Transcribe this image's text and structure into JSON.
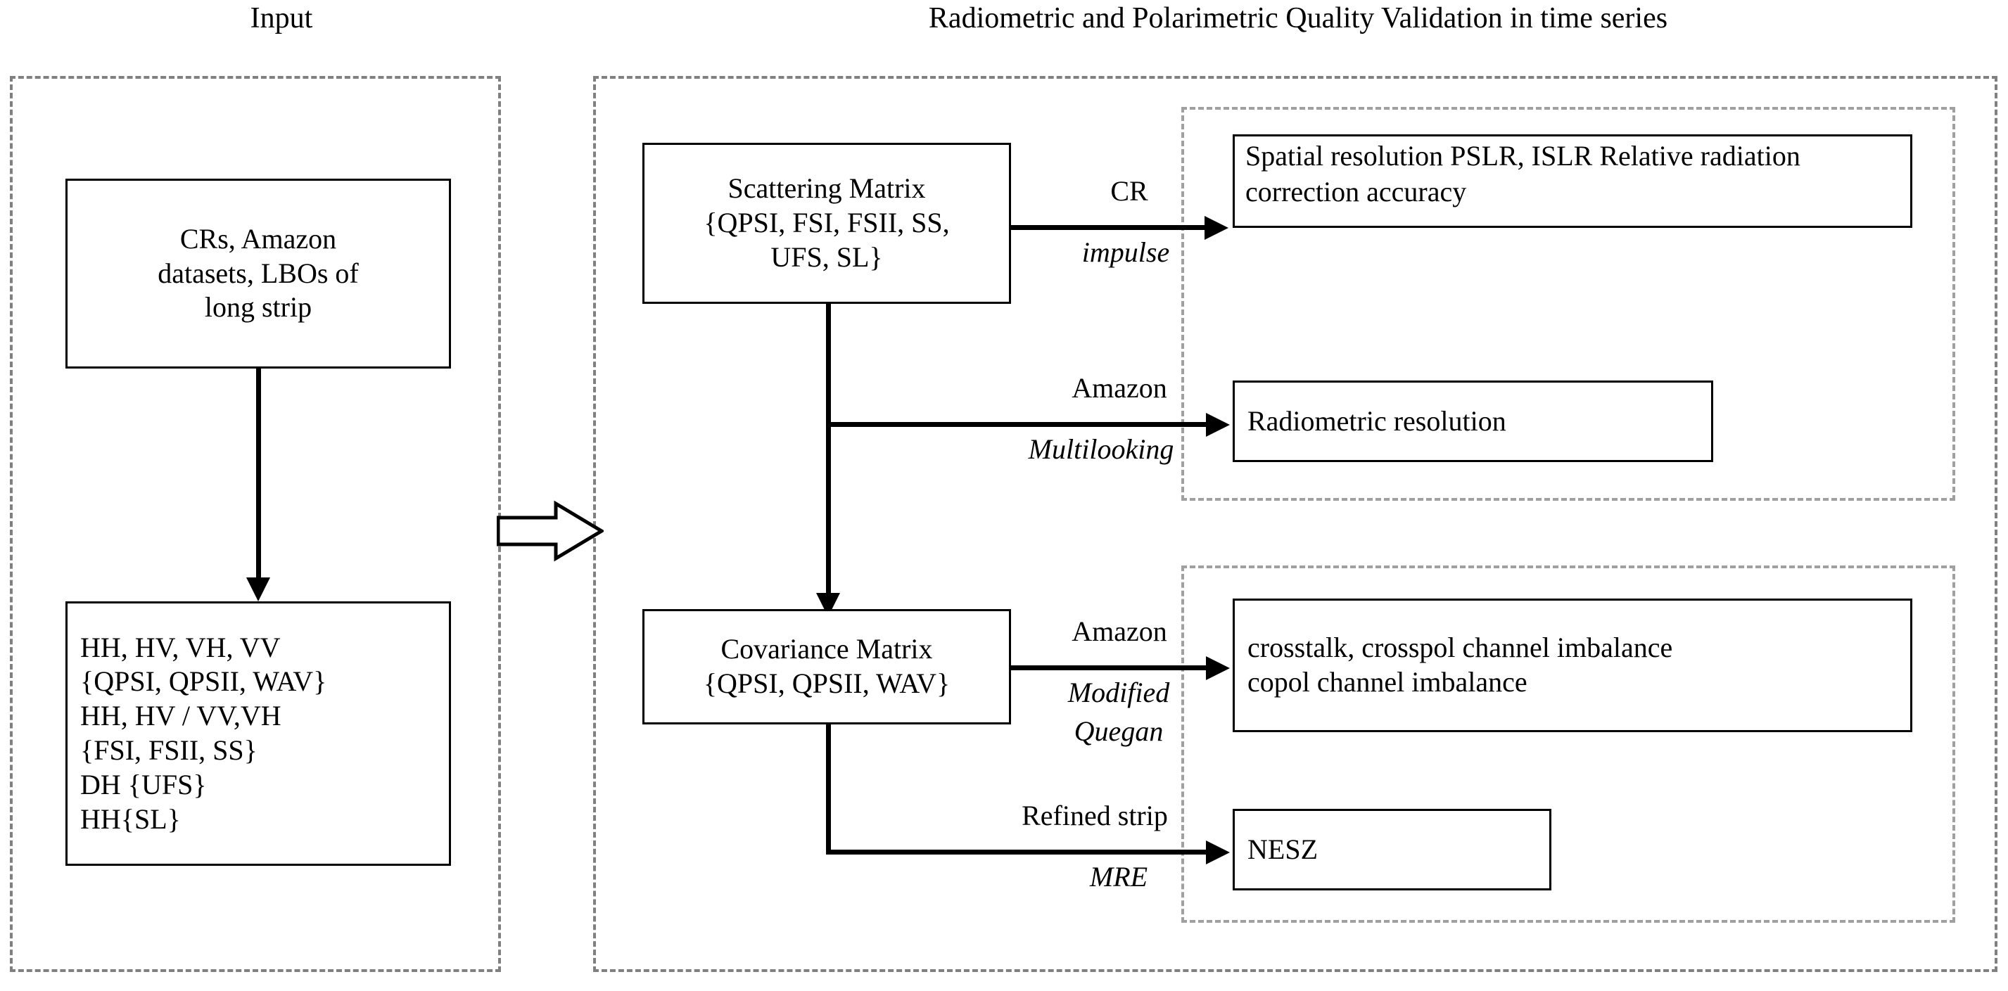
{
  "headings": {
    "input": "Input",
    "validation": "Radiometric and Polarimetric Quality Validation in time series"
  },
  "colors": {
    "panel_border": "#808080",
    "group_border": "#a0a0a0",
    "box_border": "#000000",
    "line": "#000000",
    "background": "#ffffff"
  },
  "input_panel": {
    "source_box": {
      "lines": [
        "CRs, Amazon",
        "datasets, LBOs of",
        "long strip"
      ]
    },
    "channels_box": {
      "lines": [
        "HH, HV, VH, VV",
        "{QPSI, QPSII, WAV}",
        "HH, HV / VV,VH",
        " {FSI, FSII, SS}",
        "DH {UFS}",
        "HH{SL}"
      ]
    }
  },
  "validation_panel": {
    "scattering_box": {
      "lines": [
        "Scattering Matrix",
        "{QPSI, FSI, FSII, SS,",
        "UFS, SL}"
      ]
    },
    "covariance_box": {
      "lines": [
        "Covariance Matrix",
        "{QPSI, QPSII, WAV}"
      ]
    },
    "edges": [
      {
        "id": "cr-impulse",
        "top": "CR",
        "bottom": "impulse"
      },
      {
        "id": "amazon-multi",
        "top": "Amazon",
        "bottom": "Multilooking"
      },
      {
        "id": "amazon-quegan",
        "top": "Amazon",
        "bottom": "Modified",
        "bottom2": "Quegan"
      },
      {
        "id": "refined-mre",
        "top": "Refined strip",
        "bottom": "MRE"
      }
    ],
    "radiometric_group": {
      "results": [
        {
          "id": "impulse-results",
          "lines": [
            "Spatial resolution",
            "PSLR, ISLR",
            "Relative radiation correction accuracy"
          ]
        },
        {
          "id": "radiometric-resolution",
          "lines": [
            "Radiometric resolution"
          ]
        }
      ]
    },
    "polarimetric_group": {
      "results": [
        {
          "id": "crosstalk-results",
          "lines": [
            "crosstalk, crosspol channel imbalance",
            "copol channel imbalance"
          ]
        },
        {
          "id": "nesz-result",
          "lines": [
            "NESZ"
          ]
        }
      ]
    }
  }
}
